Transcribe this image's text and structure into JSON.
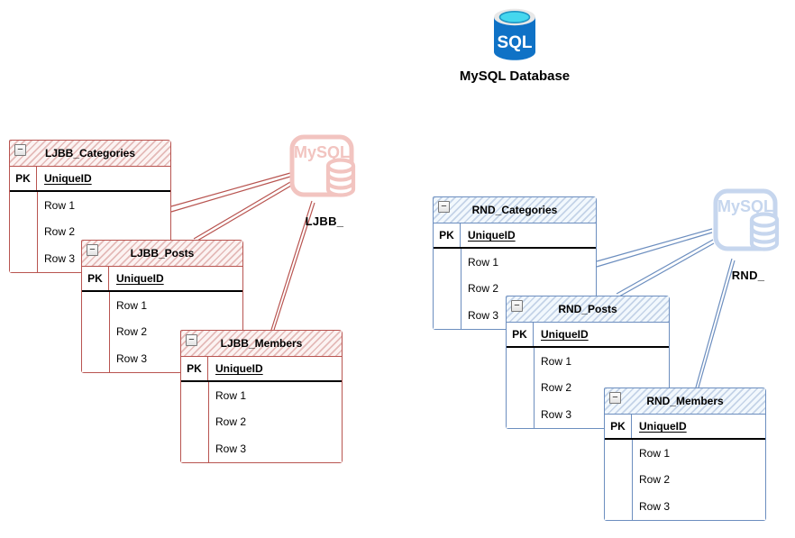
{
  "diagram_title": "MySQL Database",
  "header_icon": {
    "sql_label": "SQL",
    "title": "MySQL Database"
  },
  "icons": {
    "collapse_glyph": "−"
  },
  "colors": {
    "red_stroke": "#B85450",
    "red_fill": "#F8CECC",
    "blue_stroke": "#6C8EBF",
    "blue_fill": "#DAE8FC",
    "azure_blue": "#0F72C6",
    "azure_cyan": "#45D7EE",
    "text": "#000000"
  },
  "databases": [
    {
      "label": "LJBB_",
      "logo_text": "MySQL",
      "theme": "red"
    },
    {
      "label": "RND_",
      "logo_text": "MySQL",
      "theme": "blue"
    }
  ],
  "tables": [
    {
      "title": "LJBB_Categories",
      "pk_label": "PK",
      "field": "UniqueID",
      "rows": [
        "Row 1",
        "Row 2",
        "Row 3"
      ],
      "theme": "red"
    },
    {
      "title": "LJBB_Posts",
      "pk_label": "PK",
      "field": "UniqueID",
      "rows": [
        "Row 1",
        "Row 2",
        "Row 3"
      ],
      "theme": "red"
    },
    {
      "title": "LJBB_Members",
      "pk_label": "PK",
      "field": "UniqueID",
      "rows": [
        "Row 1",
        "Row 2",
        "Row 3"
      ],
      "theme": "red"
    },
    {
      "title": "RND_Categories",
      "pk_label": "PK",
      "field": "UniqueID",
      "rows": [
        "Row 1",
        "Row 2",
        "Row 3"
      ],
      "theme": "blue"
    },
    {
      "title": "RND_Posts",
      "pk_label": "PK",
      "field": "UniqueID",
      "rows": [
        "Row 1",
        "Row 2",
        "Row 3"
      ],
      "theme": "blue"
    },
    {
      "title": "RND_Members",
      "pk_label": "PK",
      "field": "UniqueID",
      "rows": [
        "Row 1",
        "Row 2",
        "Row 3"
      ],
      "theme": "blue"
    }
  ],
  "connections": [
    {
      "from": "LJBB_Categories",
      "to": "LJBB_ database"
    },
    {
      "from": "LJBB_Posts",
      "to": "LJBB_ database"
    },
    {
      "from": "LJBB_Members",
      "to": "LJBB_ database"
    },
    {
      "from": "RND_Categories",
      "to": "RND_ database"
    },
    {
      "from": "RND_Posts",
      "to": "RND_ database"
    },
    {
      "from": "RND_Members",
      "to": "RND_ database"
    }
  ]
}
